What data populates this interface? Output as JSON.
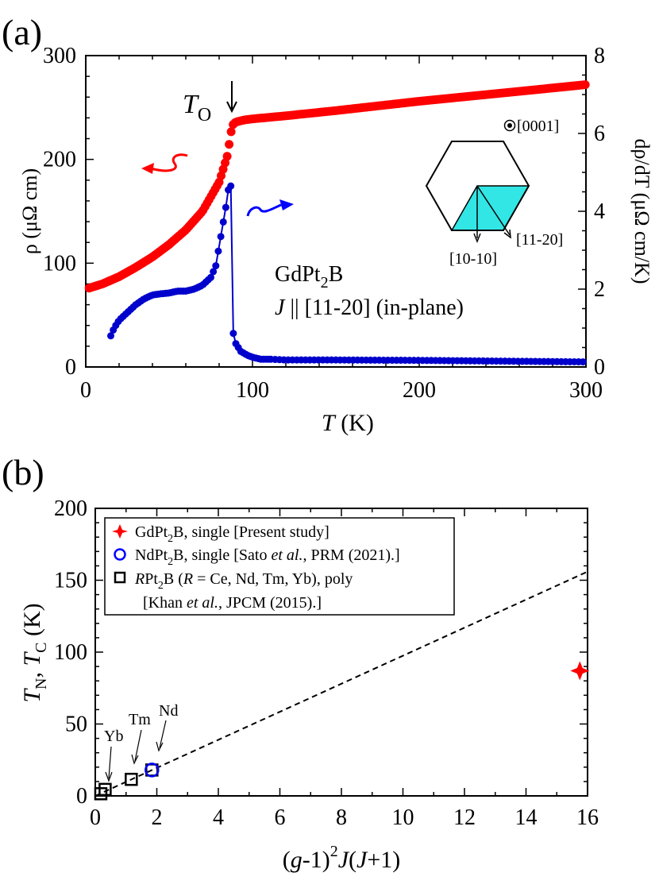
{
  "chart_data": [
    {
      "panel_label": "(a)",
      "type": "line",
      "xlabel": "T",
      "xlabel_unit": " (K)",
      "xlim": [
        0,
        300
      ],
      "xticks": [
        0,
        100,
        200,
        300
      ],
      "ylabel_left": "ρ (μΩ cm)",
      "ylim_left": [
        0,
        300
      ],
      "yticks_left": [
        0,
        100,
        200,
        300
      ],
      "ylabel_right": "dρ/dT (μΩ cm/K)",
      "ylim_right": [
        0,
        8
      ],
      "yticks_right": [
        0,
        2,
        4,
        6,
        8
      ],
      "annotations": {
        "transition_label": "T",
        "transition_sub": "O",
        "transition_T": 87,
        "sample_name": "GdPt",
        "sample_sub": "2",
        "sample_suffix": "B",
        "current_J": "J",
        "current_dir": " || [11-20] (in-plane)",
        "axis_c": "[0001]",
        "axis_a": "[11-20]",
        "axis_m": "[10-10]"
      },
      "series": [
        {
          "axis": "left",
          "color": "#ff0000",
          "marker": "filled-circle",
          "points": [
            [
              2,
              76
            ],
            [
              10,
              80
            ],
            [
              20,
              87
            ],
            [
              30,
              96
            ],
            [
              40,
              106
            ],
            [
              50,
              118
            ],
            [
              60,
              132
            ],
            [
              70,
              150
            ],
            [
              80,
              178
            ],
            [
              85,
              204
            ],
            [
              87,
              225
            ],
            [
              88,
              233
            ],
            [
              90,
              236
            ],
            [
              95,
              238
            ],
            [
              100,
              239
            ],
            [
              120,
              242
            ],
            [
              150,
              247
            ],
            [
              200,
              256
            ],
            [
              250,
              264
            ],
            [
              300,
              272
            ]
          ]
        },
        {
          "axis": "right",
          "color": "#0000cc",
          "marker": "filled-circle",
          "points": [
            [
              15,
              0.8
            ],
            [
              17,
              1.0
            ],
            [
              20,
              1.2
            ],
            [
              25,
              1.4
            ],
            [
              30,
              1.6
            ],
            [
              35,
              1.75
            ],
            [
              40,
              1.85
            ],
            [
              45,
              1.88
            ],
            [
              50,
              1.9
            ],
            [
              55,
              1.95
            ],
            [
              60,
              1.95
            ],
            [
              65,
              2.0
            ],
            [
              70,
              2.1
            ],
            [
              75,
              2.3
            ],
            [
              78,
              2.6
            ],
            [
              80,
              3.1
            ],
            [
              82,
              3.6
            ],
            [
              84,
              4.1
            ],
            [
              86,
              4.7
            ],
            [
              87,
              4.65
            ],
            [
              88,
              0.95
            ],
            [
              90,
              0.6
            ],
            [
              93,
              0.4
            ],
            [
              97,
              0.3
            ],
            [
              100,
              0.25
            ],
            [
              105,
              0.2
            ],
            [
              110,
              0.2
            ],
            [
              120,
              0.18
            ],
            [
              150,
              0.18
            ],
            [
              200,
              0.17
            ],
            [
              250,
              0.15
            ],
            [
              300,
              0.13
            ]
          ]
        }
      ]
    },
    {
      "panel_label": "(b)",
      "type": "scatter",
      "xlabel": "(g-1)²J(J+1)",
      "ylabel": "T_N, T_C (K)",
      "xlim": [
        0,
        16
      ],
      "xticks": [
        0,
        2,
        4,
        6,
        8,
        10,
        12,
        14,
        16
      ],
      "ylim": [
        0,
        200
      ],
      "yticks": [
        0,
        50,
        100,
        150,
        200
      ],
      "series": [
        {
          "name": "GdPt₂B, single [Present study]",
          "marker": "red-star",
          "color": "#ff0000",
          "points": [
            [
              15.75,
              87
            ]
          ]
        },
        {
          "name": "NdPt₂B, single [Sato et al., PRM (2021).]",
          "marker": "blue-open-circle",
          "color": "#0000ff",
          "points": [
            [
              1.84,
              18
            ]
          ]
        },
        {
          "name": "RPt₂B (R = Ce, Nd, Tm, Yb), poly [Khan et al., JPCM (2015).]",
          "marker": "black-open-square",
          "color": "#000000",
          "points": [
            [
              0.18,
              1.5
            ],
            [
              0.32,
              4.5
            ],
            [
              1.17,
              11.5
            ],
            [
              1.84,
              18
            ]
          ]
        }
      ],
      "fit_line": {
        "style": "dashed",
        "points": [
          [
            0,
            0
          ],
          [
            16,
            156
          ]
        ]
      },
      "point_labels": [
        {
          "text": "Yb",
          "x": 0.32,
          "y": 4.5
        },
        {
          "text": "Tm",
          "x": 1.17,
          "y": 11.5
        },
        {
          "text": "Nd",
          "x": 1.84,
          "y": 18
        }
      ],
      "legend": {
        "placement": "top-left",
        "entries": [
          {
            "pre": "GdPt",
            "sub": "2",
            "post": "B, single [Present study]"
          },
          {
            "pre": "NdPt",
            "sub": "2",
            "post": "B, single [Sato ",
            "ital": "et al.",
            "post2": ", PRM (2021).]"
          },
          {
            "ital0": "R",
            "pre": "Pt",
            "sub": "2",
            "post": "B (",
            "ital": "R",
            "post2": " = Ce, Nd, Tm, Yb), poly"
          },
          {
            "pre": "[Khan ",
            "ital": "et al.",
            "post2": ", JPCM (2015).]"
          }
        ]
      }
    }
  ]
}
